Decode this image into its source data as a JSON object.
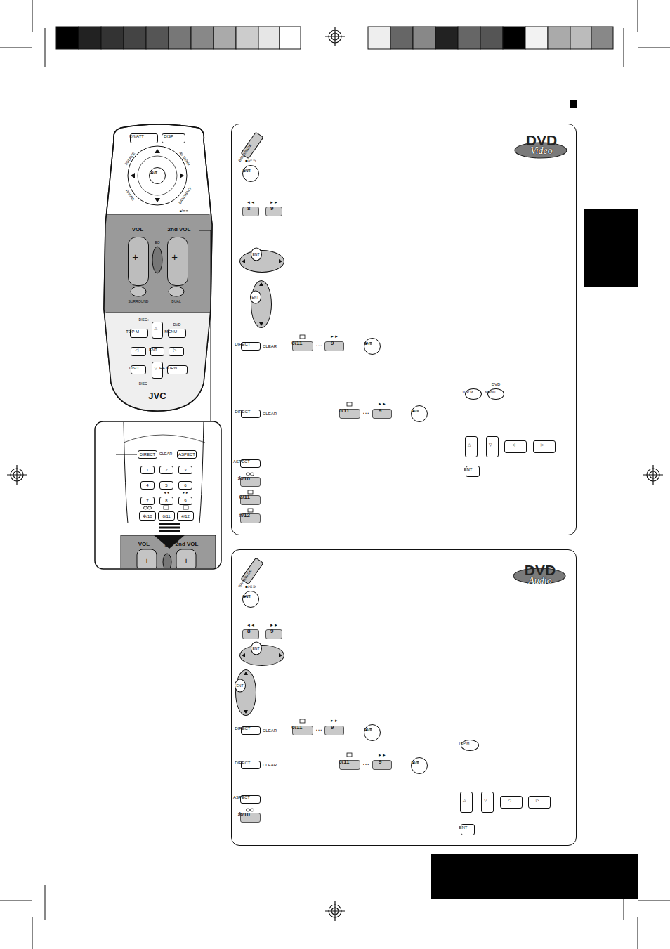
{
  "diagram": {
    "nodes": [
      {
        "text": [
          "JVC"
        ]
      },
      {
        "text": [
          "⏻/I/ATT"
        ],
        "in": 0
      },
      {
        "text": [
          "DISP"
        ],
        "in": 0
      },
      {
        "text": [
          "ENT",
          "►/II"
        ],
        "in": 0
      },
      {
        "text": [
          "+",
          "–"
        ],
        "in": 0
      },
      {
        "text": [
          "+",
          "–"
        ],
        "in": 0
      },
      {
        "text": [
          "TOP M"
        ],
        "in": 0
      },
      {
        "text": [
          "△"
        ],
        "in": 0
      },
      {
        "text": [
          "MENU"
        ],
        "in": 0
      },
      {
        "text": [
          "◁"
        ],
        "in": 0
      },
      {
        "text": [
          "ENT"
        ],
        "in": 0
      },
      {
        "text": [
          "▷"
        ],
        "in": 0
      },
      {
        "text": [
          "OSD"
        ],
        "in": 0
      },
      {
        "text": [
          "▽"
        ],
        "in": 0
      },
      {
        "text": [
          "RETURN"
        ],
        "in": 0
      },
      {
        "text": [
          "DIRECT"
        ]
      },
      {
        "text": [
          "ASPECT"
        ]
      },
      {
        "text": [
          "1"
        ]
      },
      {
        "text": [
          "2"
        ]
      },
      {
        "text": [
          "3"
        ]
      },
      {
        "text": [
          "4"
        ]
      },
      {
        "text": [
          "5"
        ]
      },
      {
        "text": [
          "6"
        ]
      },
      {
        "text": [
          "7"
        ]
      },
      {
        "text": [
          "8"
        ]
      },
      {
        "text": [
          "9"
        ]
      },
      {
        "text": [
          "✻/10"
        ]
      },
      {
        "text": [
          "0/11"
        ]
      },
      {
        "text": [
          "#/12"
        ]
      },
      {
        "text": [
          "DVD",
          "Video"
        ]
      },
      {
        "text": [
          "BAND/BACK"
        ],
        "in": 29
      },
      {
        "text": [
          "ENT",
          "►/II"
        ],
        "in": 29
      },
      {
        "text": [
          "8"
        ],
        "in": 29
      },
      {
        "text": [
          "9"
        ],
        "in": 29
      },
      {
        "text": [
          "ENT"
        ],
        "in": 29
      },
      {
        "text": [
          "ENT"
        ],
        "in": 29
      },
      {
        "text": [
          "DIRECT"
        ],
        "in": 29
      },
      {
        "text": [
          "0/11"
        ],
        "in": 29
      },
      {
        "text": [
          "9"
        ],
        "in": 29
      },
      {
        "text": [
          "ENT",
          "►/II"
        ],
        "in": 29
      },
      {
        "text": [
          "TOP M"
        ],
        "in": 29
      },
      {
        "text": [
          "MENU"
        ],
        "in": 29
      },
      {
        "text": [
          "DIRECT"
        ],
        "in": 29
      },
      {
        "text": [
          "0/11"
        ],
        "in": 29
      },
      {
        "text": [
          "9"
        ],
        "in": 29
      },
      {
        "text": [
          "ENT",
          "►/II"
        ],
        "in": 29
      },
      {
        "text": [
          "△"
        ],
        "in": 29
      },
      {
        "text": [
          "▽"
        ],
        "in": 29
      },
      {
        "text": [
          "◁"
        ],
        "in": 29
      },
      {
        "text": [
          "▷"
        ],
        "in": 29
      },
      {
        "text": [
          "ENT"
        ],
        "in": 29
      },
      {
        "text": [
          "ASPECT"
        ],
        "in": 29
      },
      {
        "text": [
          "✻/10"
        ],
        "in": 29
      },
      {
        "text": [
          "0/11"
        ],
        "in": 29
      },
      {
        "text": [
          "#/12"
        ],
        "in": 29
      },
      {
        "text": [
          "DVD",
          "Audio"
        ]
      },
      {
        "text": [
          "BAND/BACK"
        ],
        "in": 55
      },
      {
        "text": [
          "ENT",
          "►/II"
        ],
        "in": 55
      },
      {
        "text": [
          "8"
        ],
        "in": 55
      },
      {
        "text": [
          "9"
        ],
        "in": 55
      },
      {
        "text": [
          "ENT"
        ],
        "in": 55
      },
      {
        "text": [
          "ENT"
        ],
        "in": 55
      },
      {
        "text": [
          "DIRECT"
        ],
        "in": 55
      },
      {
        "text": [
          "0/11"
        ],
        "in": 55
      },
      {
        "text": [
          "9"
        ],
        "in": 55
      },
      {
        "text": [
          "ENT",
          "►/II"
        ],
        "in": 55
      },
      {
        "text": [
          "TOP M"
        ],
        "in": 55
      },
      {
        "text": [
          "DIRECT"
        ],
        "in": 55
      },
      {
        "text": [
          "0/11"
        ],
        "in": 55
      },
      {
        "text": [
          "9"
        ],
        "in": 55
      },
      {
        "text": [
          "ENT",
          "►/II"
        ],
        "in": 55
      },
      {
        "text": [
          "△"
        ],
        "in": 55
      },
      {
        "text": [
          "▽"
        ],
        "in": 55
      },
      {
        "text": [
          "◁"
        ],
        "in": 55
      },
      {
        "text": [
          "▷"
        ],
        "in": 55
      },
      {
        "text": [
          "ENT"
        ],
        "in": 55
      },
      {
        "text": [
          "ASPECT"
        ],
        "in": 55
      },
      {
        "text": [
          "✻/10"
        ],
        "in": 55
      }
    ],
    "labels": [
      "SOURCE",
      "AV MENU",
      "PHONE",
      "BAND/BACK",
      "■/⊂⊃",
      "VOL",
      "2nd VOL",
      "EQ",
      "SURROUND",
      "DUAL",
      "DISC+",
      "DVD",
      "DISC–",
      "CLEAR",
      "◄◄",
      "►►",
      "VOL",
      "EQ",
      "2nd VOL",
      "+",
      "+",
      "■/⊂⊃",
      "◄◄",
      "►►",
      "CLEAR",
      "…",
      "►►",
      "DVD",
      "CLEAR",
      "…",
      "►►",
      "■/⊂⊃",
      "◄◄",
      "►►",
      "CLEAR",
      "…",
      "►►",
      "CLEAR",
      "…",
      "►►"
    ]
  }
}
